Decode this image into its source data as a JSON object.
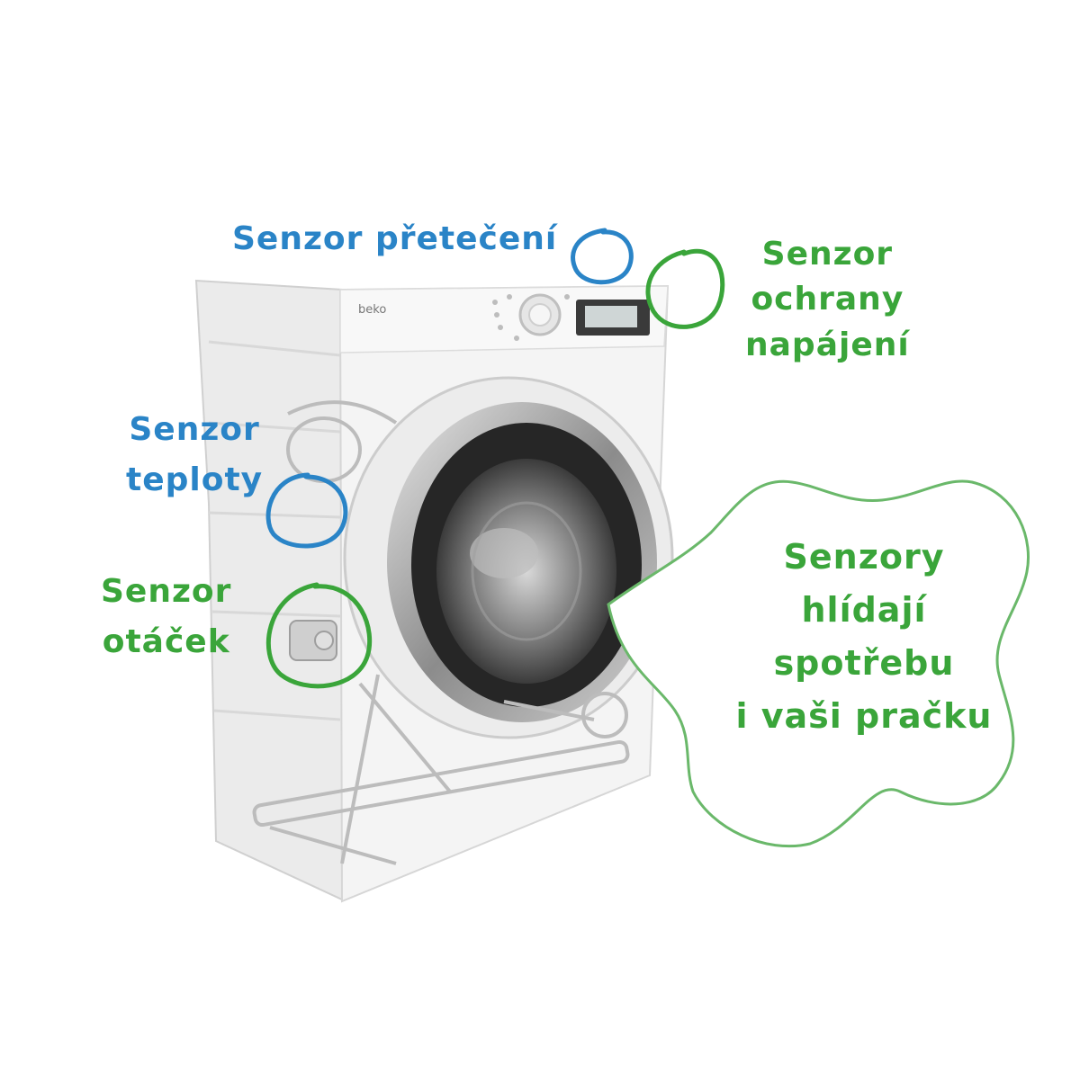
{
  "colors": {
    "blue": "#2a84c7",
    "green": "#3aa53a",
    "machine_body": "#f2f2f2",
    "machine_side": "#e6e6e6",
    "door_dark": "#2b2b2b",
    "door_ring": "#9a9a9a"
  },
  "machine": {
    "brand": "beko"
  },
  "labels": {
    "overflow": {
      "text": "Senzor přetečení",
      "color": "blue"
    },
    "power": {
      "text": "Senzor\nochrany\nnapájení",
      "color": "green"
    },
    "temperature": {
      "text": "Senzor\nteploty",
      "color": "blue"
    },
    "rpm": {
      "text": "Senzor\notáček",
      "color": "green"
    },
    "cloud": {
      "text": "Senzory\nhlídají\nspotřebu\ni vaši pračku",
      "color": "green"
    }
  }
}
